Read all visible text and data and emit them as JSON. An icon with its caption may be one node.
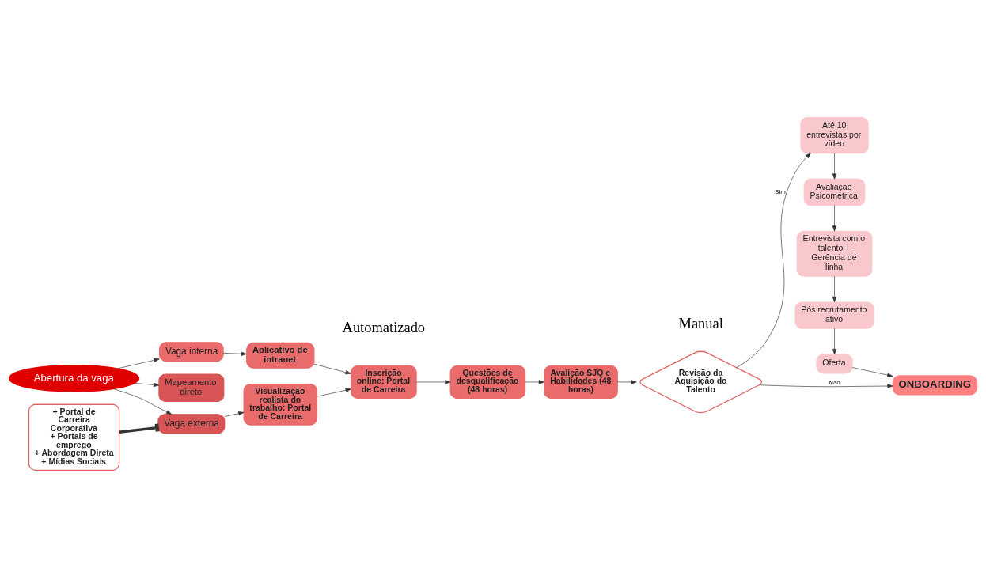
{
  "diagram": {
    "nodes": [
      {
        "text": [
          "Abertura da vaga"
        ]
      },
      {
        "text": [
          "Vaga externa"
        ]
      },
      {
        "text": [
          "+ Portal de Carreira Corporativa",
          "+ Portais de emprego",
          "+ Abordagem Direta",
          "+ Mídias Sociais"
        ]
      },
      {
        "text": [
          "Vaga interna"
        ]
      },
      {
        "text": [
          "Mapeamento direto"
        ]
      },
      {
        "text": [
          "Visualização realista do trabalho: Portal de Carreira"
        ]
      },
      {
        "text": [
          "Aplicativo de intranet"
        ]
      },
      {
        "text": [
          "Inscrição online: Portal de Carreira"
        ]
      },
      {
        "text": [
          "Questões de desqualificação (48 horas)"
        ]
      },
      {
        "text": [
          "Avalição SJQ e Habilidades (48 horas)"
        ]
      },
      {
        "text": [
          "Revisão da Aquisição do Talento"
        ]
      },
      {
        "text": [
          "Até 10 entrevistas por vídeo"
        ]
      },
      {
        "text": [
          "Avaliação Psicométrica"
        ]
      },
      {
        "text": [
          "Entrevista com o talento + Gerência de linha"
        ]
      },
      {
        "text": [
          "Pós recrutamento ativo"
        ]
      },
      {
        "text": [
          "Oferta"
        ]
      },
      {
        "text": [
          "ONBOARDING"
        ]
      }
    ],
    "edges": [
      {
        "from": 0,
        "to": 1,
        "arrow": "to"
      },
      {
        "from": 0,
        "to": 3,
        "arrow": "to"
      },
      {
        "from": 0,
        "to": 4,
        "arrow": "to"
      },
      {
        "from": 2,
        "to": 1,
        "arrow": "other",
        "style": "thick"
      },
      {
        "from": 1,
        "to": 5,
        "arrow": "to"
      },
      {
        "from": 3,
        "to": 6,
        "arrow": "to"
      },
      {
        "from": 6,
        "to": 7,
        "arrow": "to"
      },
      {
        "from": 5,
        "to": 7,
        "arrow": "to"
      },
      {
        "from": 7,
        "to": 8,
        "arrow": "to"
      },
      {
        "from": 8,
        "to": 9,
        "arrow": "to"
      },
      {
        "from": 9,
        "to": 10,
        "arrow": "to"
      },
      {
        "from": 10,
        "to": 11,
        "label": "Sim",
        "arrow": "to"
      },
      {
        "from": 10,
        "to": 16,
        "label": "Não",
        "arrow": "to"
      },
      {
        "from": 11,
        "to": 12,
        "arrow": "to"
      },
      {
        "from": 12,
        "to": 13,
        "arrow": "to"
      },
      {
        "from": 13,
        "to": 14,
        "arrow": "to"
      },
      {
        "from": 14,
        "to": 15,
        "arrow": "to"
      },
      {
        "from": 15,
        "to": 16,
        "arrow": "to"
      }
    ],
    "labels": [
      "Automatizado",
      "Manual"
    ]
  }
}
